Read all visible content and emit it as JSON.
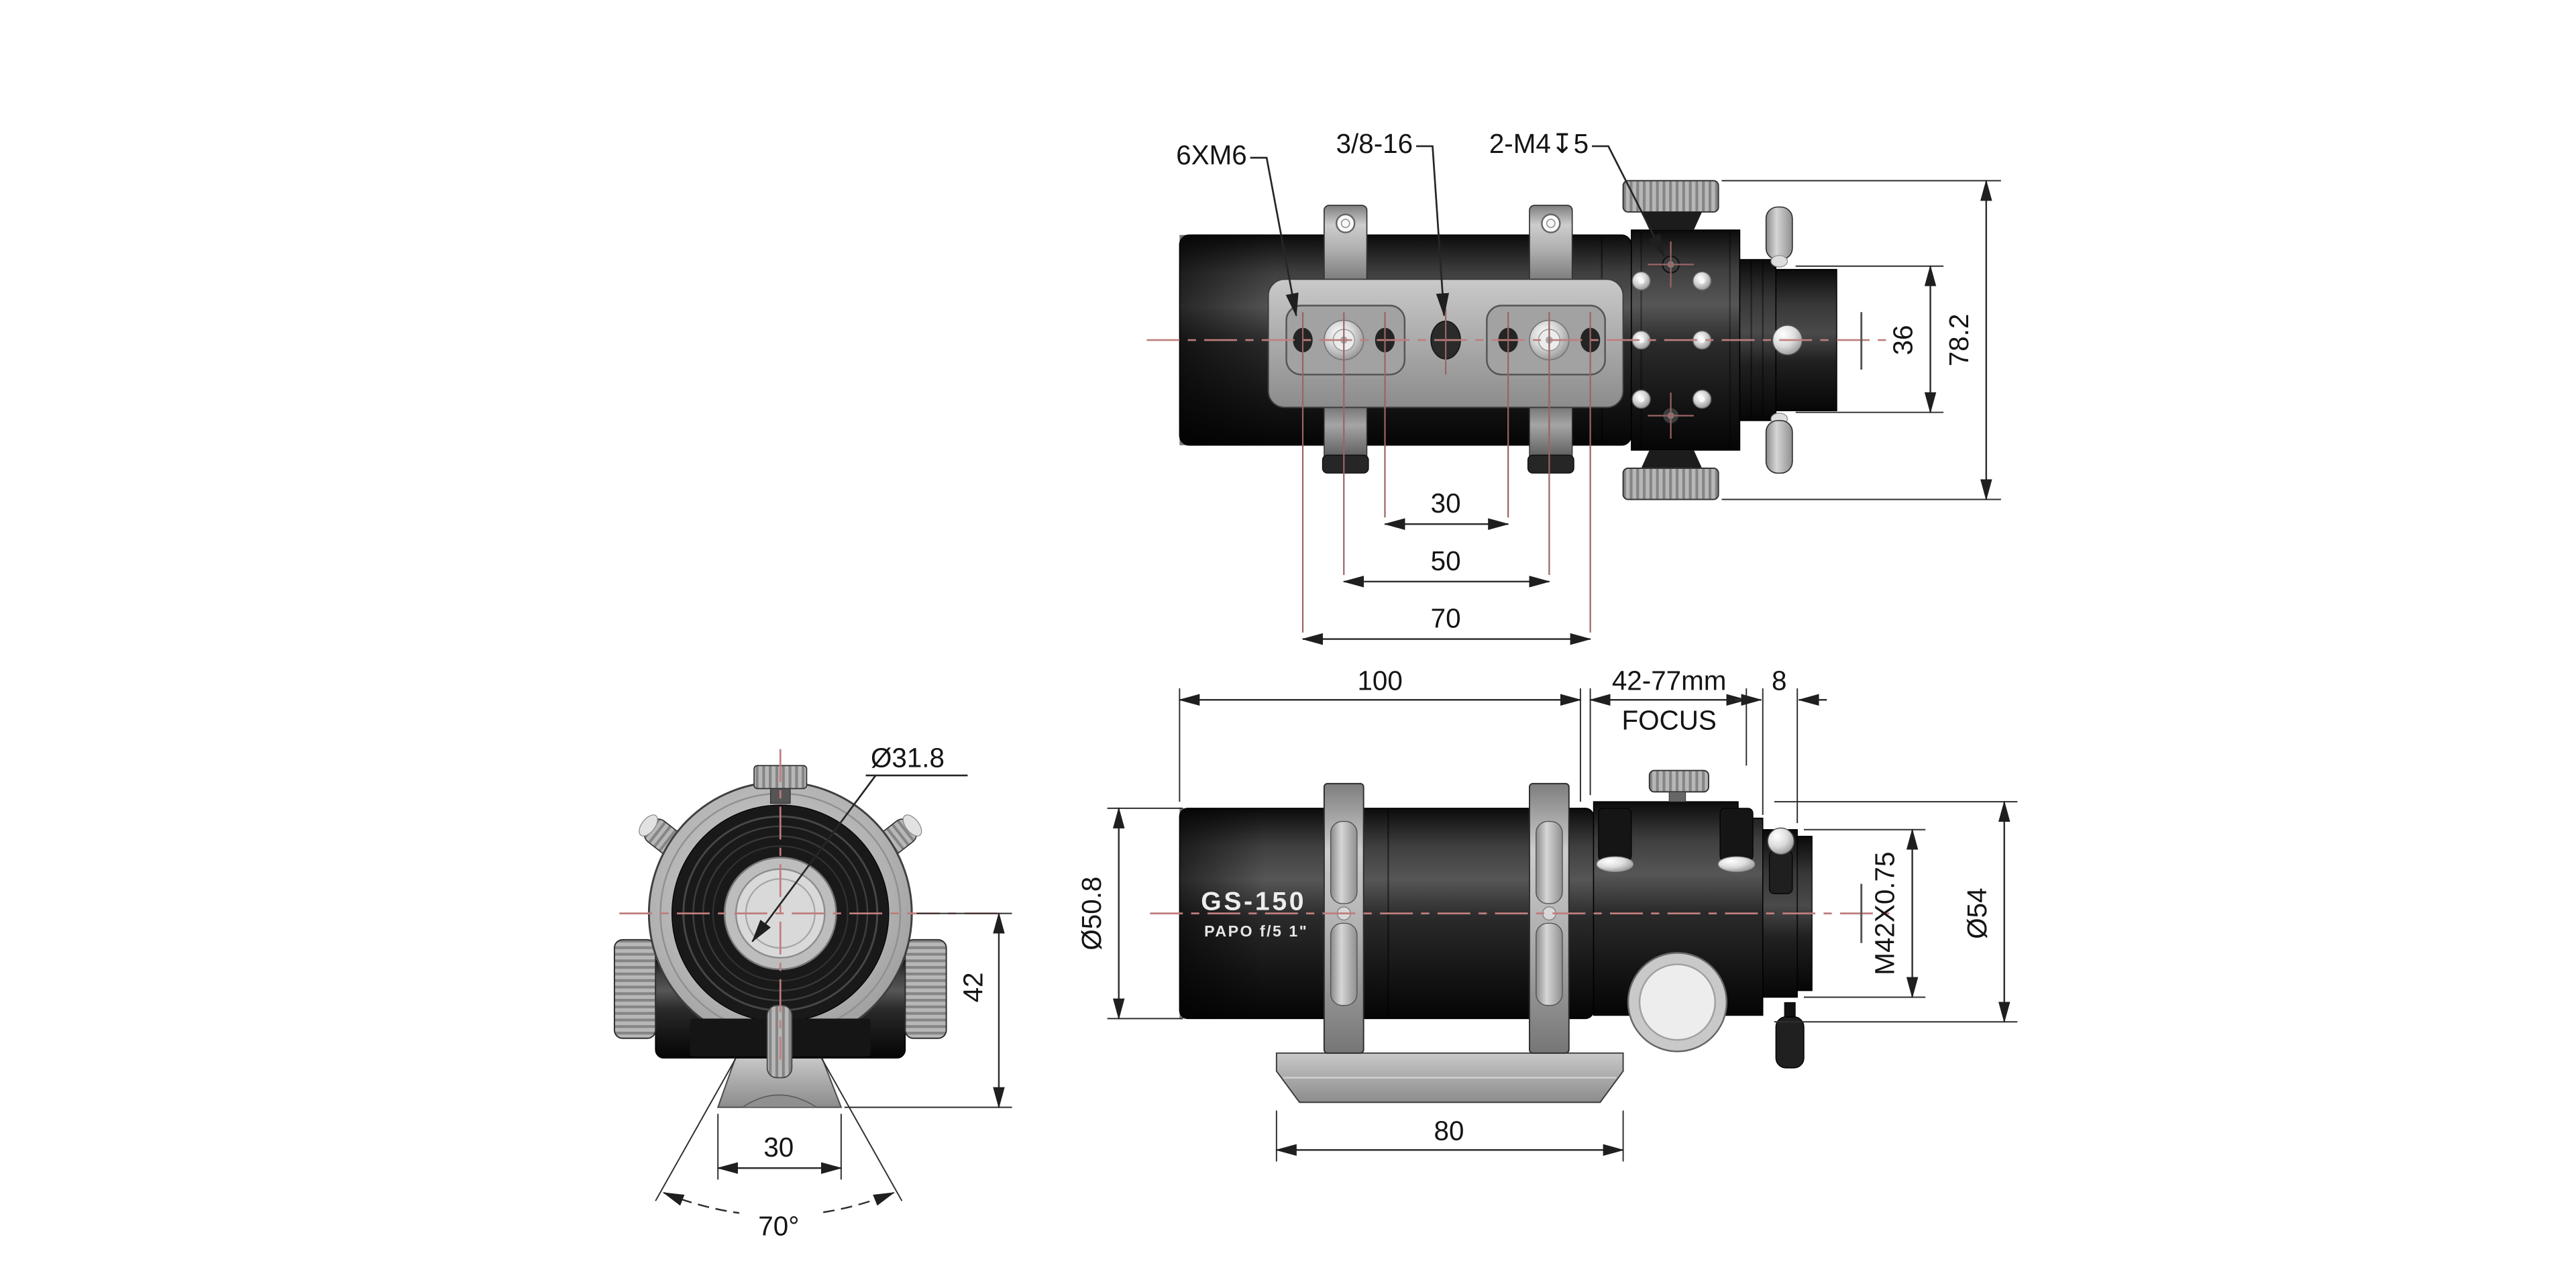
{
  "drawing": {
    "background": "#ffffff",
    "colors": {
      "centerline": "#c07d7d",
      "dimension_lines": "#2f2f2f",
      "body_dark": "#1a1a1a",
      "metal_gray": "#b5b5b5"
    },
    "product": {
      "model": "GS-150",
      "spec": "PAPO  f/5  1\""
    },
    "top_view": {
      "callout_mount_holes": "6XM6",
      "callout_center_thread": "3/8-16",
      "callout_focuser_holes": "2-M4↧5",
      "dim_drawtube_diameter": "36",
      "dim_overall_height": "78.2",
      "dim_hole_span_inner": "30",
      "dim_hole_span_middle": "50",
      "dim_hole_span_outer": "70"
    },
    "side_view": {
      "dim_tube_length": "100",
      "dim_focus_travel": "42-77mm",
      "dim_focus_caption": "FOCUS",
      "dim_back_segment": "8",
      "dim_tube_diameter": "Ø50.8",
      "dim_drawtube_thread": "M42X0.75",
      "dim_flange_diameter": "Ø54",
      "dim_dovetail_length": "80"
    },
    "front_view": {
      "dim_eyepiece_diameter": "Ø31.8",
      "dim_axis_to_base": "42",
      "dim_dovetail_width": "30",
      "dim_dovetail_angle": "70°"
    }
  }
}
